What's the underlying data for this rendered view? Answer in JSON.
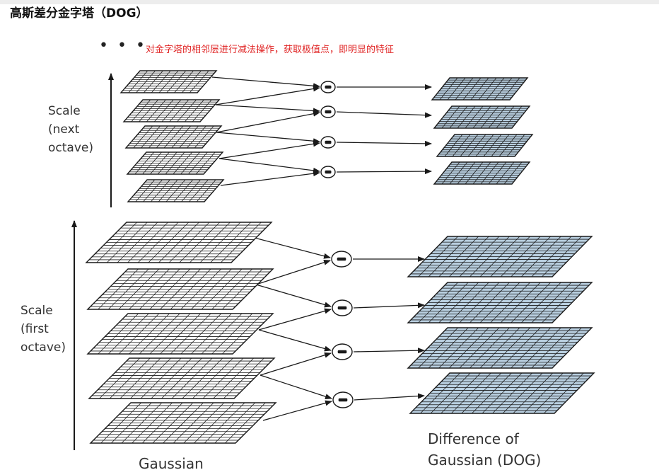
{
  "header": {
    "title": "高斯差分金字塔（DOG）"
  },
  "annotation": {
    "ellipsis": "• • •",
    "note": "对金字塔的相邻层进行减法操作，获取极值点，即明显的特征"
  },
  "labels": {
    "next_octave": [
      "Scale",
      "(next",
      "octave)"
    ],
    "first_octave": [
      "Scale",
      "(first",
      "octave)"
    ],
    "gaussian": "Gaussian",
    "dog": [
      "Difference of",
      "Gaussian (DOG)"
    ]
  },
  "colors": {
    "gaussian_fill": "#ffffff",
    "dog_fill": "#b9cfe0",
    "grid_stroke": "#1a1a1a",
    "note_text": "#e02424"
  }
}
